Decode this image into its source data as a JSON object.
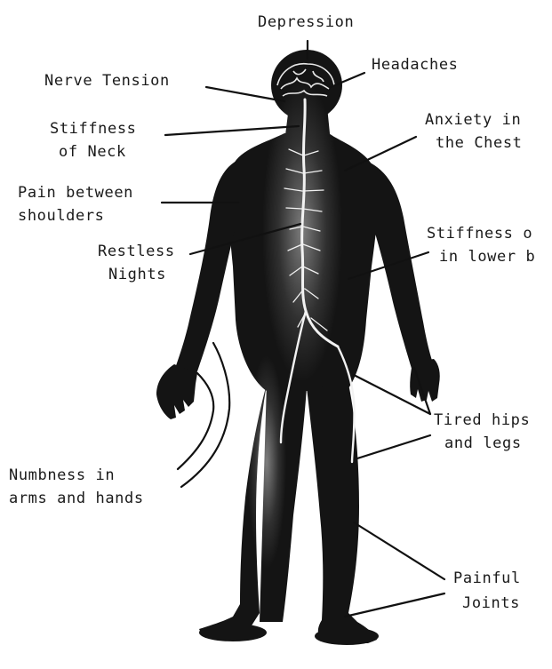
{
  "diagram": {
    "colors": {
      "figure": "#141414",
      "nerve": "#f2f2f2",
      "text": "#1a1a1a",
      "background": "#ffffff"
    },
    "labels": {
      "depression": "Depression",
      "headaches": "Headaches",
      "nerve_tension": "Nerve Tension",
      "stiffness_neck_1": "Stiffness",
      "stiffness_neck_2": "of Neck",
      "anxiety_1": "Anxiety in",
      "anxiety_2": "the Chest",
      "pain_shoulders_1": "Pain between",
      "pain_shoulders_2": "shoulders",
      "stiffness_back_1": "Stiffness o",
      "stiffness_back_2": "in lower b",
      "restless_1": "Restless",
      "restless_2": "Nights",
      "tired_1": "Tired hips",
      "tired_2": "and legs",
      "numbness_1": "Numbness in",
      "numbness_2": "arms and hands",
      "joints_1": "Painful",
      "joints_2": "Joints"
    }
  }
}
